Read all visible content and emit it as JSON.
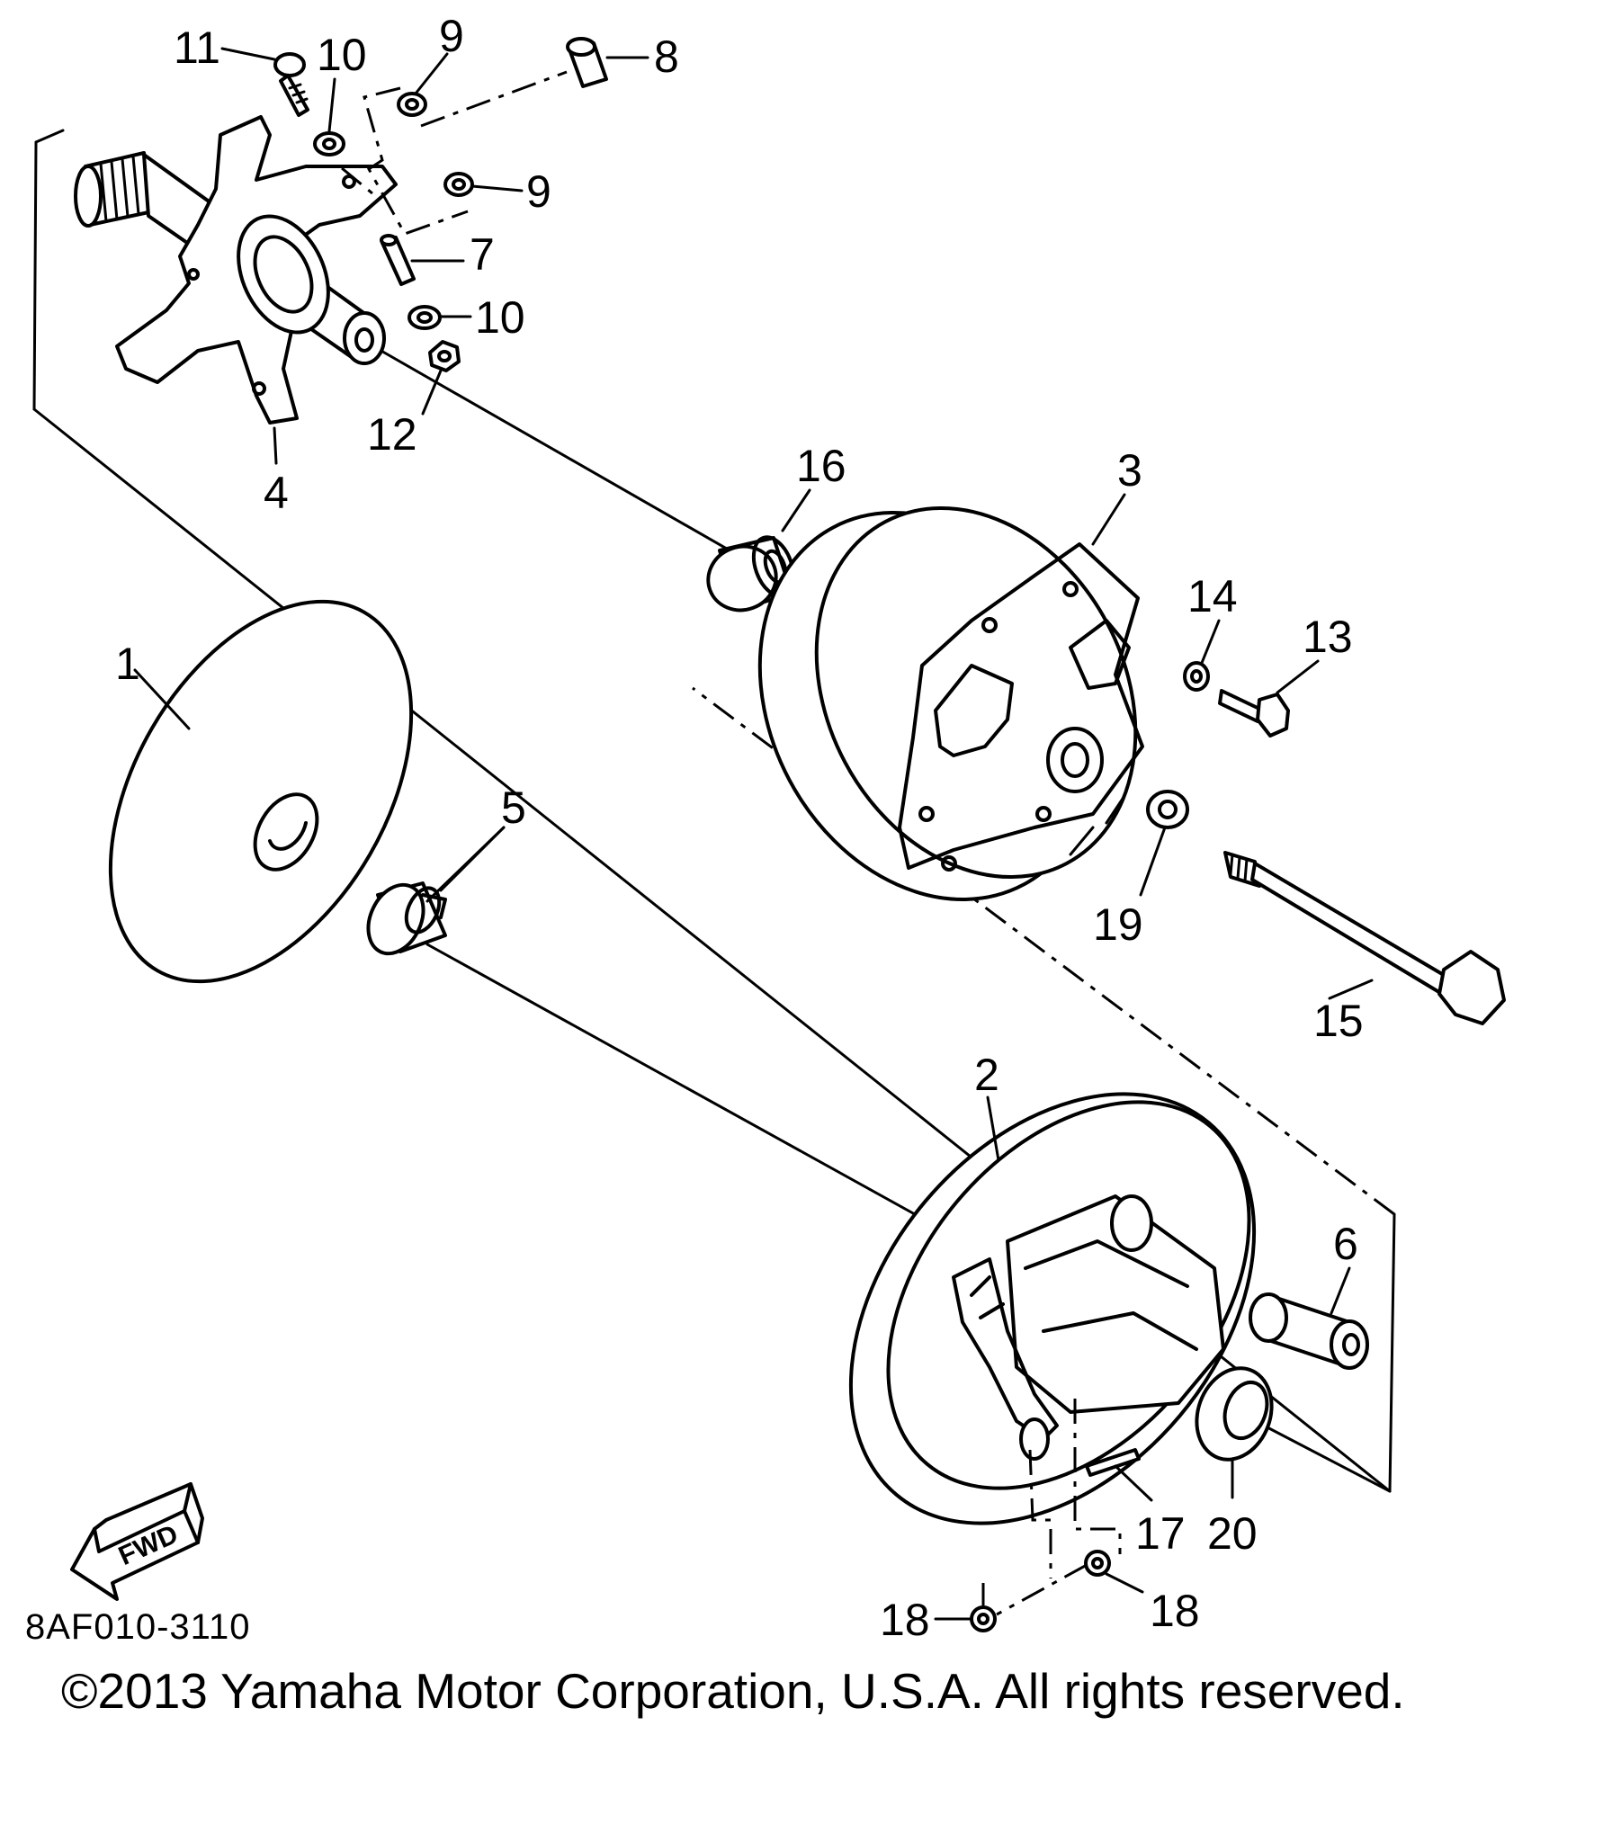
{
  "diagram": {
    "callouts": {
      "c1": "1",
      "c2": "2",
      "c3": "3",
      "c4": "4",
      "c5": "5",
      "c6": "6",
      "c7": "7",
      "c8": "8",
      "c9a": "9",
      "c9b": "9",
      "c10a": "10",
      "c10b": "10",
      "c11": "11",
      "c12": "12",
      "c13": "13",
      "c14": "14",
      "c15": "15",
      "c16": "16",
      "c17": "17",
      "c18a": "18",
      "c18b": "18",
      "c19": "19",
      "c20": "20"
    },
    "fwd_label": "FWD",
    "part_code": "8AF010-3110",
    "copyright": "©2013 Yamaha Motor Corporation, U.S.A. All rights reserved."
  }
}
